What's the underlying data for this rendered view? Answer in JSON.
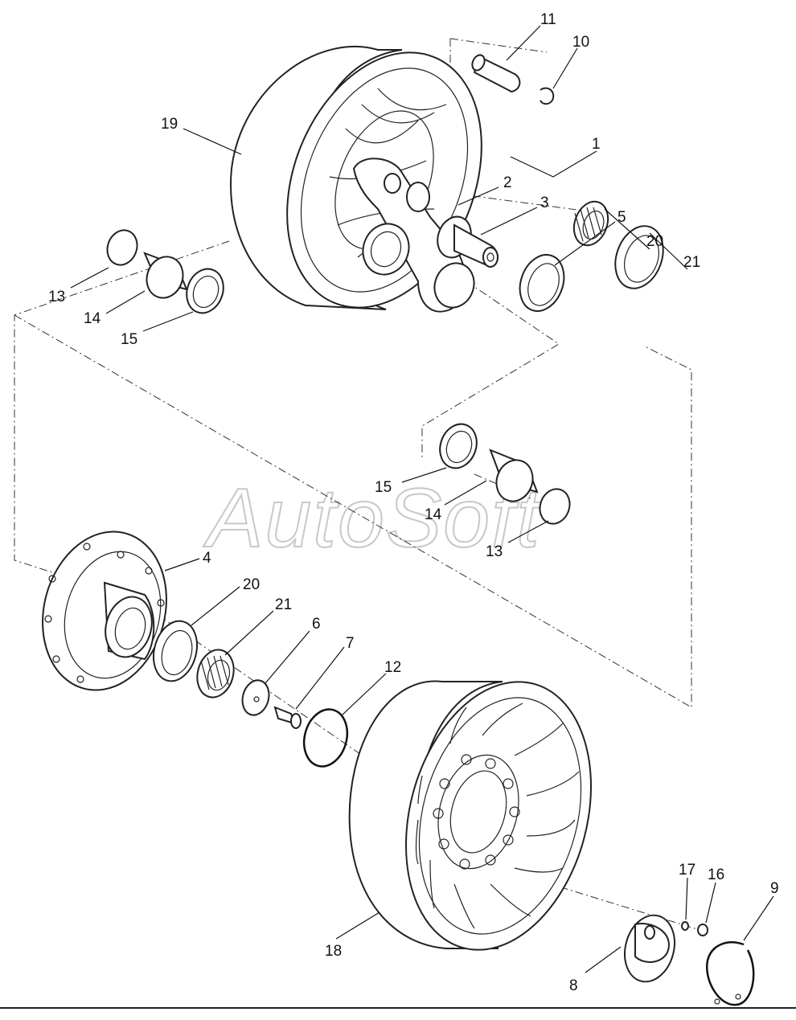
{
  "watermark": "AutoSoft",
  "callouts": [
    {
      "id": "c11a",
      "label": "11"
    },
    {
      "id": "c10a",
      "label": "10"
    },
    {
      "id": "c19",
      "label": "19"
    },
    {
      "id": "c1",
      "label": "1"
    },
    {
      "id": "c2",
      "label": "2"
    },
    {
      "id": "c3",
      "label": "3"
    },
    {
      "id": "c5",
      "label": "5"
    },
    {
      "id": "c20a",
      "label": "20"
    },
    {
      "id": "c21a",
      "label": "21"
    },
    {
      "id": "c13a",
      "label": "13"
    },
    {
      "id": "c14a",
      "label": "14"
    },
    {
      "id": "c15a",
      "label": "15"
    },
    {
      "id": "c15b",
      "label": "15"
    },
    {
      "id": "c14b",
      "label": "14"
    },
    {
      "id": "c13b",
      "label": "13"
    },
    {
      "id": "c4",
      "label": "4"
    },
    {
      "id": "c20b",
      "label": "20"
    },
    {
      "id": "c21b",
      "label": "21"
    },
    {
      "id": "c6",
      "label": "6"
    },
    {
      "id": "c7",
      "label": "7"
    },
    {
      "id": "c12",
      "label": "12"
    },
    {
      "id": "c17",
      "label": "17"
    },
    {
      "id": "c16",
      "label": "16"
    },
    {
      "id": "c9",
      "label": "9"
    },
    {
      "id": "c18",
      "label": "18"
    },
    {
      "id": "c8",
      "label": "8"
    }
  ]
}
